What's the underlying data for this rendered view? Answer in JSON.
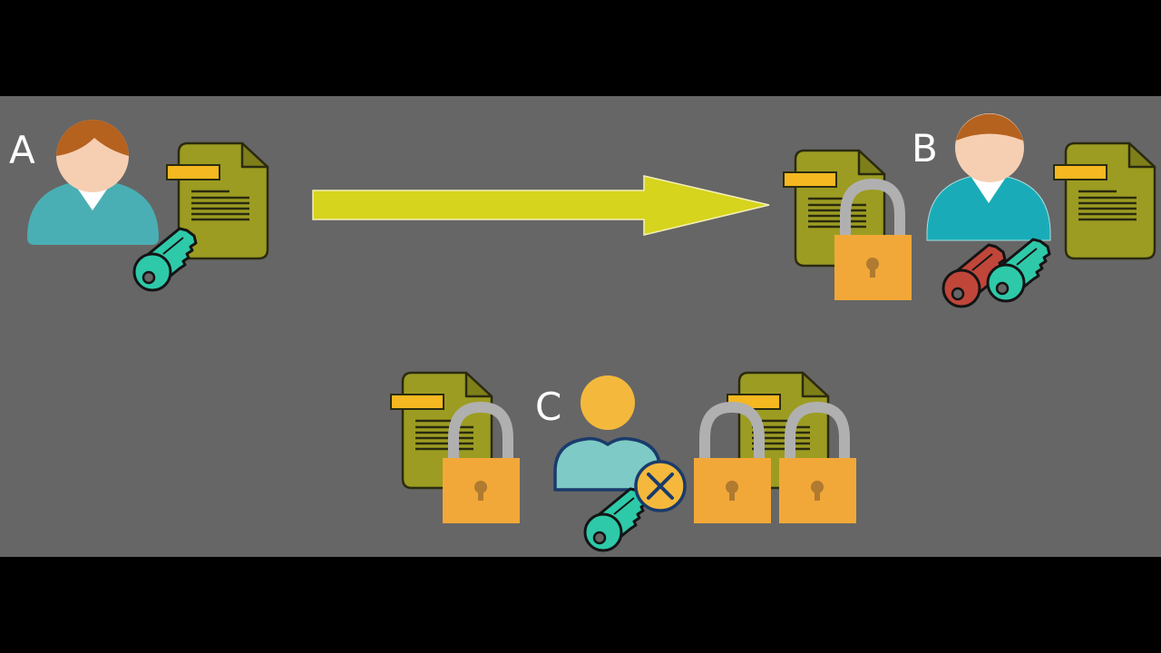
{
  "diagram": {
    "title": "Public key encryption: A sends an encrypted document to B; C cannot open it",
    "background": "#000000",
    "panel_color": "#666666",
    "colors": {
      "document": "#9c9c22",
      "document_fold": "#7f7f1a",
      "document_outline": "#2b2b10",
      "tag": "#f5b820",
      "lock_body": "#f2a838",
      "lock_shackle": "#b0b0b0",
      "keyhole": "#b07a30",
      "arrow": "#d6d41c",
      "arrow_outline": "#f4f0b8",
      "key_teal": "#2ec9a9",
      "key_red": "#c0463a",
      "key_outline": "#141414",
      "person_skin": "#f6cfb2",
      "person_hair": "#b5621f",
      "person_shirt_a": "#4aafb4",
      "person_shirt_b": "#19acb8",
      "person_collar": "#ffffff",
      "person_c_head": "#f4b93c",
      "person_c_body": "#7ecac6",
      "person_c_outline": "#1a3b6b",
      "deny_badge": "#f4b93c",
      "deny_x": "#1a3b6b"
    },
    "nodes": {
      "a": {
        "label": "A",
        "role": "sender",
        "holds": [
          "teal-key",
          "document"
        ]
      },
      "b": {
        "label": "B",
        "role": "recipient",
        "holds": [
          "red-key",
          "teal-key",
          "locked-document",
          "document"
        ]
      },
      "c": {
        "label": "C",
        "role": "interceptor",
        "holds": [
          "teal-key (denied)",
          "locked-document",
          "double-locked-document"
        ]
      }
    },
    "edges": [
      {
        "from": "A",
        "to": "B",
        "type": "arrow"
      }
    ]
  }
}
